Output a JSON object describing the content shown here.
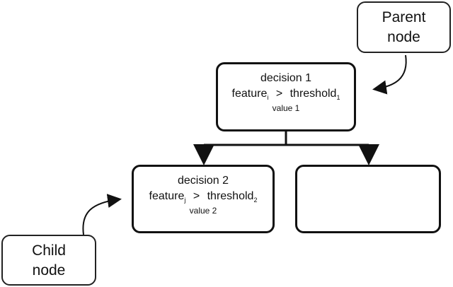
{
  "parent_callout": {
    "line1": "Parent",
    "line2": "node"
  },
  "child_callout": {
    "line1": "Child",
    "line2": "node"
  },
  "root_node": {
    "title": "decision 1",
    "feature": "feature",
    "feature_sub": "i",
    "op": ">",
    "threshold": "threshold",
    "threshold_sub": "1",
    "value": "value 1"
  },
  "left_node": {
    "title": "decision 2",
    "feature": "feature",
    "feature_sub": "j",
    "op": ">",
    "threshold": "threshold",
    "threshold_sub": "2",
    "value": "value 2"
  },
  "right_node": {}
}
